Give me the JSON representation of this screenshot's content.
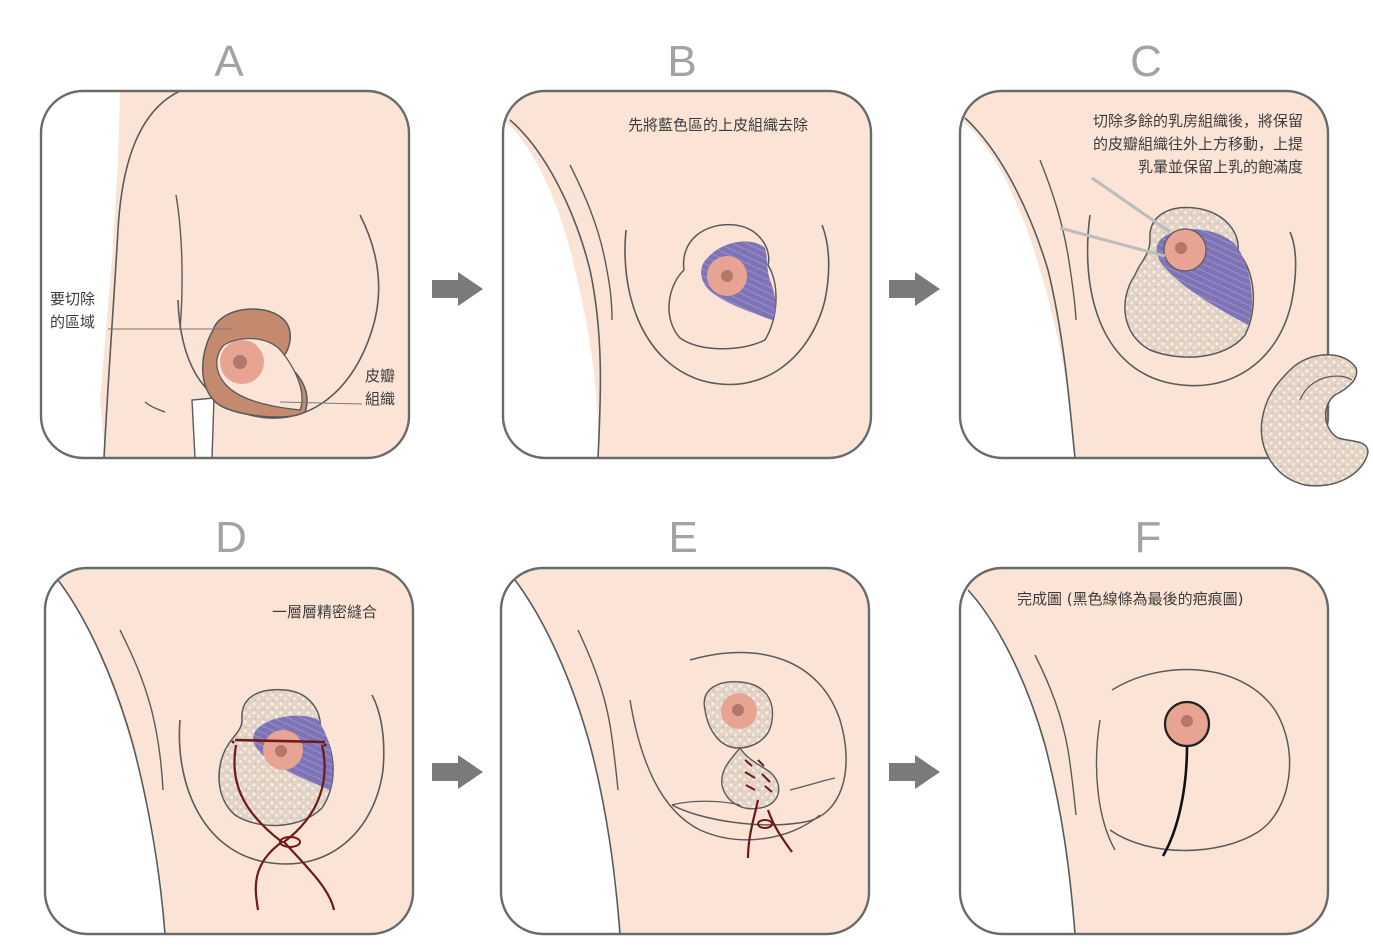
{
  "panels": [
    {
      "letter": "A",
      "caption": "",
      "labels": {
        "excise_line1": "要切除",
        "excise_line2": "的區域",
        "flap_line1": "皮瓣",
        "flap_line2": "組織"
      }
    },
    {
      "letter": "B",
      "caption": "先將藍色區的上皮組織去除"
    },
    {
      "letter": "C",
      "caption_lines": [
        "切除多餘的乳房組織後，將保留",
        "的皮瓣組織往外上方移動，上提",
        "乳暈並保留上乳的飽滿度"
      ]
    },
    {
      "letter": "D",
      "caption": "一層層精密縫合"
    },
    {
      "letter": "E",
      "caption": ""
    },
    {
      "letter": "F",
      "caption": "完成圖 (黑色線條為最後的疤痕圖)"
    }
  ],
  "colors": {
    "skin": "#fbe4d6",
    "outline": "#5a5a5a",
    "excision": "#c48a70",
    "areola": "#e7a493",
    "nipple": "#b4776c",
    "tissue": "#e6d8cc",
    "muscle_blue": "#7e74b5",
    "suture": "#6e1a1a",
    "letter_gray": "#a3a3a3",
    "arrow_gray": "#7a7a7a"
  },
  "icons": [
    "right-arrow-icon"
  ]
}
